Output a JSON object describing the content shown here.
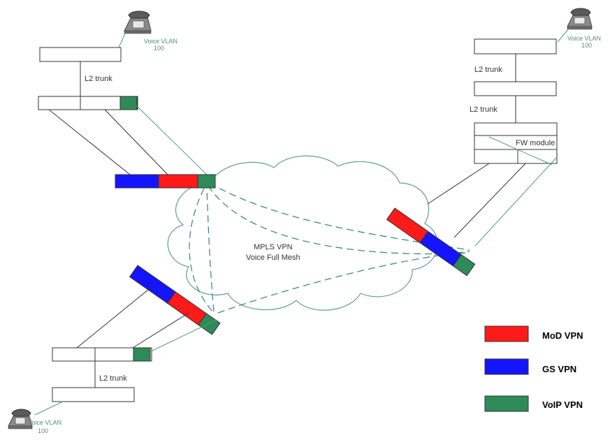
{
  "cloud": {
    "line1": "MPLS VPN",
    "line2": "Voice Full Mesh"
  },
  "sites": {
    "top_left": {
      "trunk_label": "L2 trunk",
      "voice_vlan_line1": "Voice VLAN",
      "voice_vlan_line2": "100"
    },
    "right": {
      "trunk_label_1": "L2 trunk",
      "trunk_label_2": "L2 trunk",
      "fw_module": "FW module",
      "voice_vlan_line1": "Voice VLAN",
      "voice_vlan_line2": "100"
    },
    "bottom_left": {
      "trunk_label": "L2 trunk",
      "voice_vlan_line1": "Voice VLAN",
      "voice_vlan_line2": "100"
    }
  },
  "legend": [
    {
      "label": "MoD VPN",
      "color": "#ff1a1a"
    },
    {
      "label": "GS VPN",
      "color": "#1414ff"
    },
    {
      "label": "VoIP VPN",
      "color": "#2e8b57"
    }
  ],
  "colors": {
    "mod": "#ff1a1a",
    "gs": "#1414ff",
    "voip": "#2e8b57",
    "link_green": "#4f9f7f"
  }
}
